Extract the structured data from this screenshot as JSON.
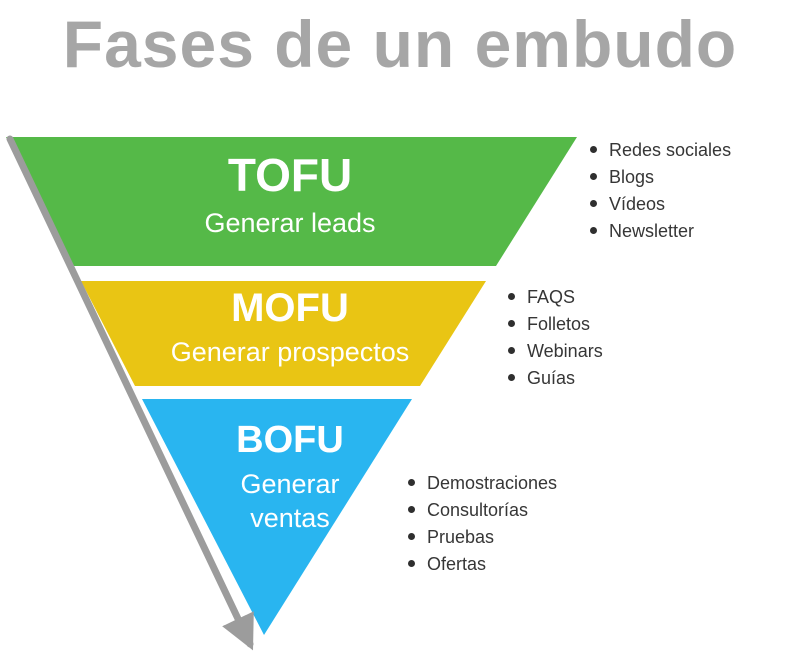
{
  "title": "Fases de un embudo",
  "title_color": "#a6a6a6",
  "arrow_color": "#9c9c9c",
  "stages": [
    {
      "label": "TOFU",
      "sublabel": "Generar leads",
      "color": "#55b948",
      "items": [
        "Redes sociales",
        "Blogs",
        "Vídeos",
        "Newsletter"
      ]
    },
    {
      "label": "MOFU",
      "sublabel": "Generar prospectos",
      "color": "#e9c514",
      "items": [
        "FAQS",
        "Folletos",
        "Webinars",
        "Guías"
      ]
    },
    {
      "label": "BOFU",
      "sublabel": "Generar ventas",
      "color": "#29b5f0",
      "items": [
        "Demostraciones",
        "Consultorías",
        "Pruebas",
        "Ofertas"
      ]
    }
  ]
}
